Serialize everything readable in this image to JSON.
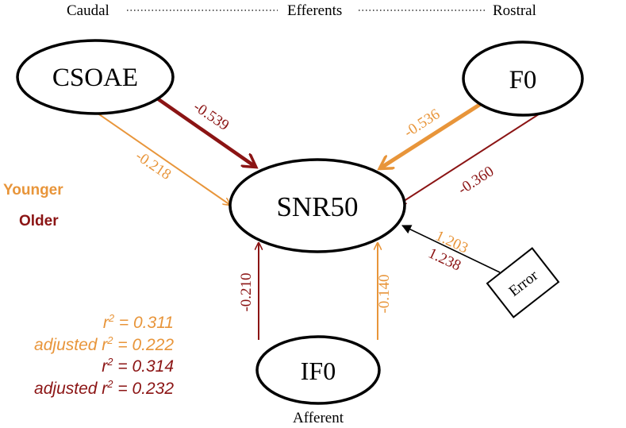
{
  "header": {
    "left": "Caudal",
    "center": "Efferents",
    "right": "Rostral"
  },
  "footer": {
    "label": "Afferent"
  },
  "nodes": {
    "csoae": "CSOAE",
    "f0": "F0",
    "snr50": "SNR50",
    "if0": "IF0",
    "error": "Error"
  },
  "paths": {
    "csoae_older": "-0.539",
    "csoae_younger": "-0.218",
    "f0_younger": "-0.536",
    "f0_older": "-0.360",
    "if0_older": "-0.210",
    "if0_younger": "-0.140",
    "error_younger": "1.203",
    "error_older": "1.238"
  },
  "legend": {
    "younger": "Younger",
    "older": "Older"
  },
  "stats": {
    "younger_r2_prefix": "r",
    "younger_r2_value": " = 0.311",
    "younger_adj_prefix": "adjusted r",
    "younger_adj_value": " = 0.222",
    "older_r2_prefix": "r",
    "older_r2_value": " = 0.314",
    "older_adj_prefix": "adjusted r",
    "older_adj_value": " = 0.232",
    "superscript": "2"
  },
  "colors": {
    "younger": "#E8953A",
    "older": "#8B1414",
    "neutral": "#000000"
  }
}
